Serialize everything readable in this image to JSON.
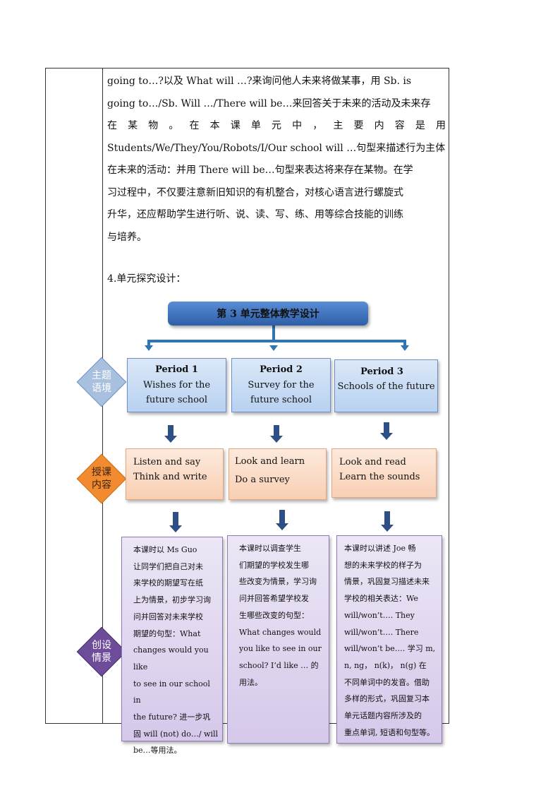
{
  "paragraph": {
    "lines": [
      "going  to…?以及 What will …?来询问他人未来将做某事，用 Sb. is",
      "going  to…/Sb. Will …/There  will  be…来回答关于未来的活动及未来存",
      "在 某 物 。 在 本 课 单 元 中 ， 主 要 内 容 是 用",
      "Students/We/They/You/Robots/I/Our   school will …句型来描述行为主体",
      "在未来的活动：并用 There  will  be…句型来表达将来存在某物。在学",
      "习过程中，不仅要注意新旧知识的有机整合，对核心语言进行螺旋式",
      "升华，还应帮助学生进行听、说、读、写、练、用等综合技能的训练",
      "与培养。"
    ]
  },
  "section_title": "4.单元探究设计：",
  "diagram": {
    "banner": "第 3 单元整体教学设计",
    "diamonds": {
      "topic": "主题\n语境",
      "lesson": "授课\n内容",
      "scenario": "创设\n情景"
    },
    "periods": [
      {
        "title": "Period 1",
        "subtitle": "Wishes  for the\nfuture  school"
      },
      {
        "title": "Period 2",
        "subtitle": "Survey  for the\nfuture  school"
      },
      {
        "title": "Period 3",
        "subtitle": "Schools of the future"
      }
    ],
    "lessons": [
      "Listen and say\nThink and write",
      "Look and learn\n\nDo a survey",
      "Look and read\nLearn  the  sounds"
    ],
    "descriptions": [
      "      本课时以 Ms Guo\n让同学们把自己对未\n来学校的期望写在纸\n上为情景，初步学习询\n问并回答对未来学校\n期望的句型：What\nchanges  would you like\nto see in our school in\nthe future?  进一步巩\n固 will (not) do…/ will\nbe…等用法。",
      "      本课时以调查学生\n们期望的学校发生哪\n些改变为情景，学习询\n问并回答希望学校发\n生哪些改变的句型：\nWhat changes would\nyou like to see in our\nschool? I’d like … 的\n用法。",
      "     本课时以讲述 Joe 畅\n想的未来学校的样子为\n情景，巩固复习描述未来\n学校的相关表达：We\nwill/won’t….  They\nwill/won’t….  There\nwill/won’t be….  学习 m,\nn, ng，  n(k)，  n(g)  在\n不同单词中的发音。借助\n多样的形式，巩固复习本\n单元话题内容所涉及的\n重点单词, 短语和句型等。"
    ]
  },
  "colors": {
    "banner": "#3a6cb8",
    "diamond_topic": "#a8c0de",
    "diamond_lesson": "#f28a30",
    "diamond_scenario": "#6d4c9a",
    "arrow": "#2d4f86"
  }
}
